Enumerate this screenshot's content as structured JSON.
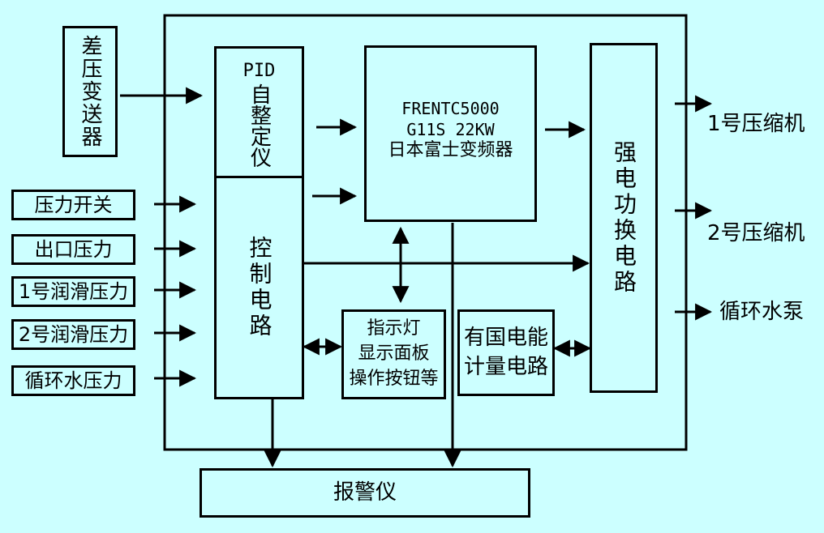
{
  "sensors": {
    "diff_pressure": "差压变送器",
    "pressure_switch": "压力开关",
    "outlet_pressure": "出口压力",
    "lube1_pressure": "1号润滑压力",
    "lube2_pressure": "2号润滑压力",
    "circ_water_pressure": "循环水压力"
  },
  "pid": {
    "line1": "PID",
    "line2": "自整定仪"
  },
  "control": "控制电路",
  "inverter": {
    "line1": "FRENTC5000",
    "line2": "G11S 22KW",
    "line3": "日本富士变频器"
  },
  "power": "强电功换电路",
  "panel": {
    "line1": "指示灯",
    "line2": "显示面板",
    "line3": "操作按钮等"
  },
  "meter": {
    "line1": "有国电能",
    "line2": "计量电路"
  },
  "alarm": "报警仪",
  "outputs": {
    "compressor1": "1号压缩机",
    "compressor2": "2号压缩机",
    "pump": "循环水泵"
  }
}
